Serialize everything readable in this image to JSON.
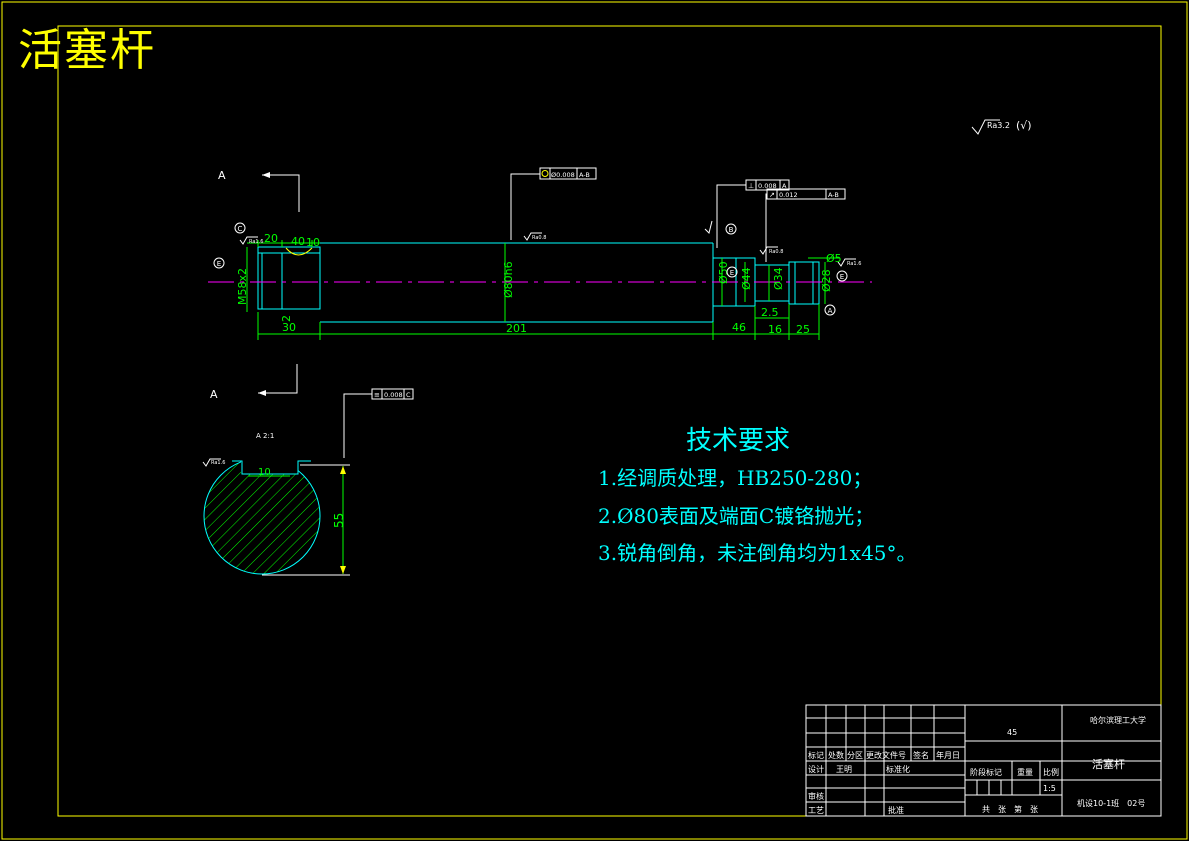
{
  "drawing": {
    "title": "活塞杆",
    "roughness_general": "Ra3.2",
    "roughness_suffix": "(√)",
    "section_label_top": "A",
    "section_label_bottom": "A",
    "section_view_label": "A 2:1",
    "roughness_small": "Ra0.8",
    "roughness_med": "Ra1.6",
    "datums": {
      "c": "C",
      "e": "E",
      "b": "B",
      "a": "A"
    },
    "tolerances": {
      "coaxial": "Ø0.008",
      "coaxial_ref": "A-B",
      "perp": "0.008",
      "perp_ref": "A",
      "runout": "0.012",
      "runout_ref": "A-B",
      "sym": "0.008",
      "sym_ref": "C"
    },
    "dims": {
      "d20": "20",
      "d40": "40",
      "d10": "10",
      "thread": "M58x2",
      "d2": "2",
      "d30": "30",
      "d201": "201",
      "dia80": "Ø80h6",
      "d46": "46",
      "dia50": "Ø50",
      "dia44": "Ø44",
      "d2_5": "2.5",
      "d16": "16",
      "d25": "25",
      "dia34": "Ø34",
      "d5": "Ø5",
      "dia28": "Ø28",
      "sec10": "10",
      "sec55": "55"
    }
  },
  "tech_requirements": {
    "title": "技术要求",
    "items": [
      "1.经调质处理，HB250-280；",
      "2.Ø80表面及端面C镀铬抛光；",
      "3.锐角倒角，未注倒角均为1x45°。"
    ]
  },
  "title_block": {
    "headers": [
      "标记",
      "处数",
      "分区",
      "更改文件号",
      "签名",
      "年月日"
    ],
    "design_label": "设计",
    "designer": "王明",
    "standardization": "标准化",
    "review": "审核",
    "process": "工艺",
    "approve": "批准",
    "material": "45",
    "stage_label": "阶段标记",
    "weight_label": "重量",
    "scale_label": "比例",
    "scale": "1:5",
    "sheets": "共　张　第　张",
    "school": "哈尔滨理工大学",
    "part_name": "活塞杆",
    "drawing_no": "机设10-1班　02号"
  },
  "colors": {
    "frame": "#ffff00",
    "outline": "#00ffff",
    "dimension": "#00ff00",
    "centerline": "#ff00ff",
    "text": "#ffffff"
  }
}
